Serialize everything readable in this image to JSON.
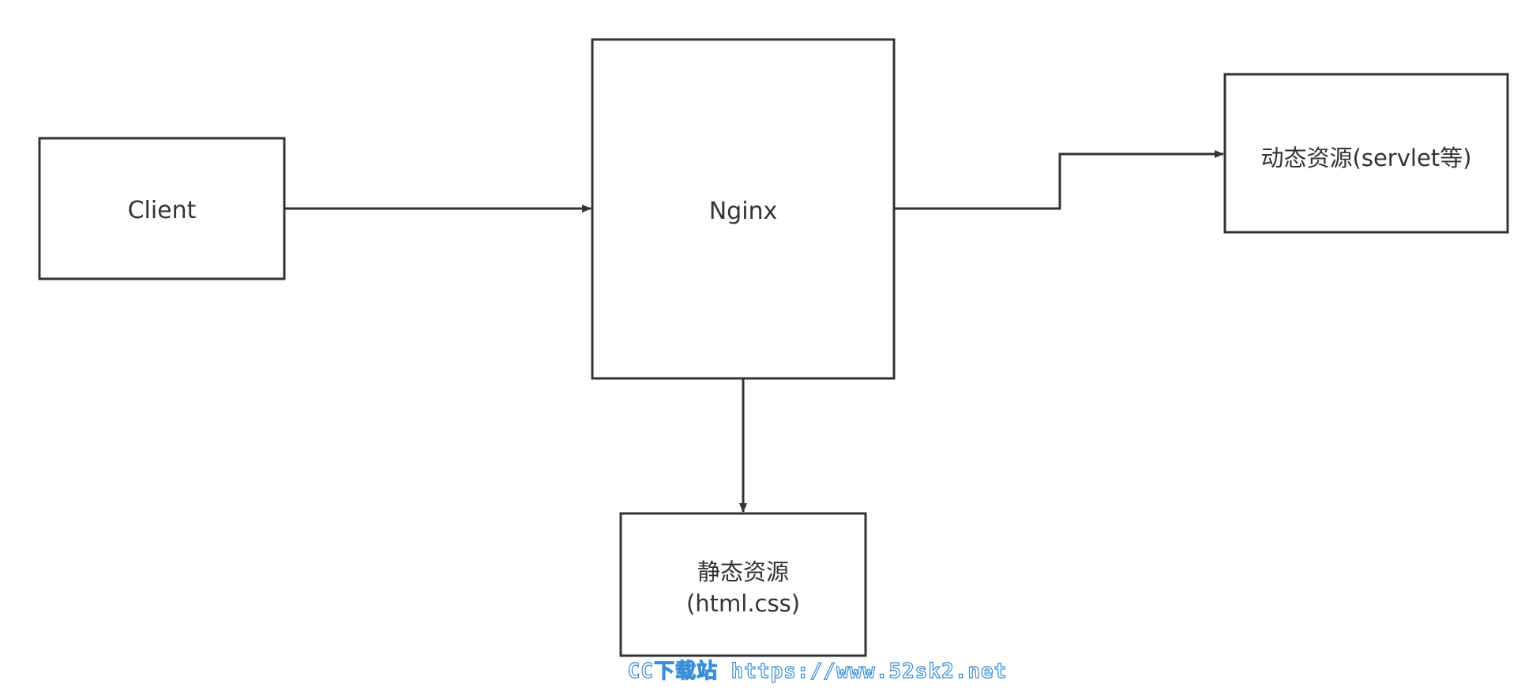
{
  "diagram": {
    "nodes": {
      "client": {
        "label": "Client"
      },
      "nginx": {
        "label": "Nginx"
      },
      "dynamic": {
        "label": "动态资源(servlet等)"
      },
      "static": {
        "line1": "静态资源",
        "line2": "(html.css)"
      }
    },
    "edges": [
      {
        "from": "client",
        "to": "nginx"
      },
      {
        "from": "nginx",
        "to": "dynamic"
      },
      {
        "from": "nginx",
        "to": "static"
      }
    ]
  },
  "watermark": {
    "text": "CC下载站 https://www.52sk2.net",
    "color": "#3a8fd6"
  },
  "colors": {
    "stroke": "#333333",
    "text": "#333333",
    "background": "#ffffff"
  }
}
